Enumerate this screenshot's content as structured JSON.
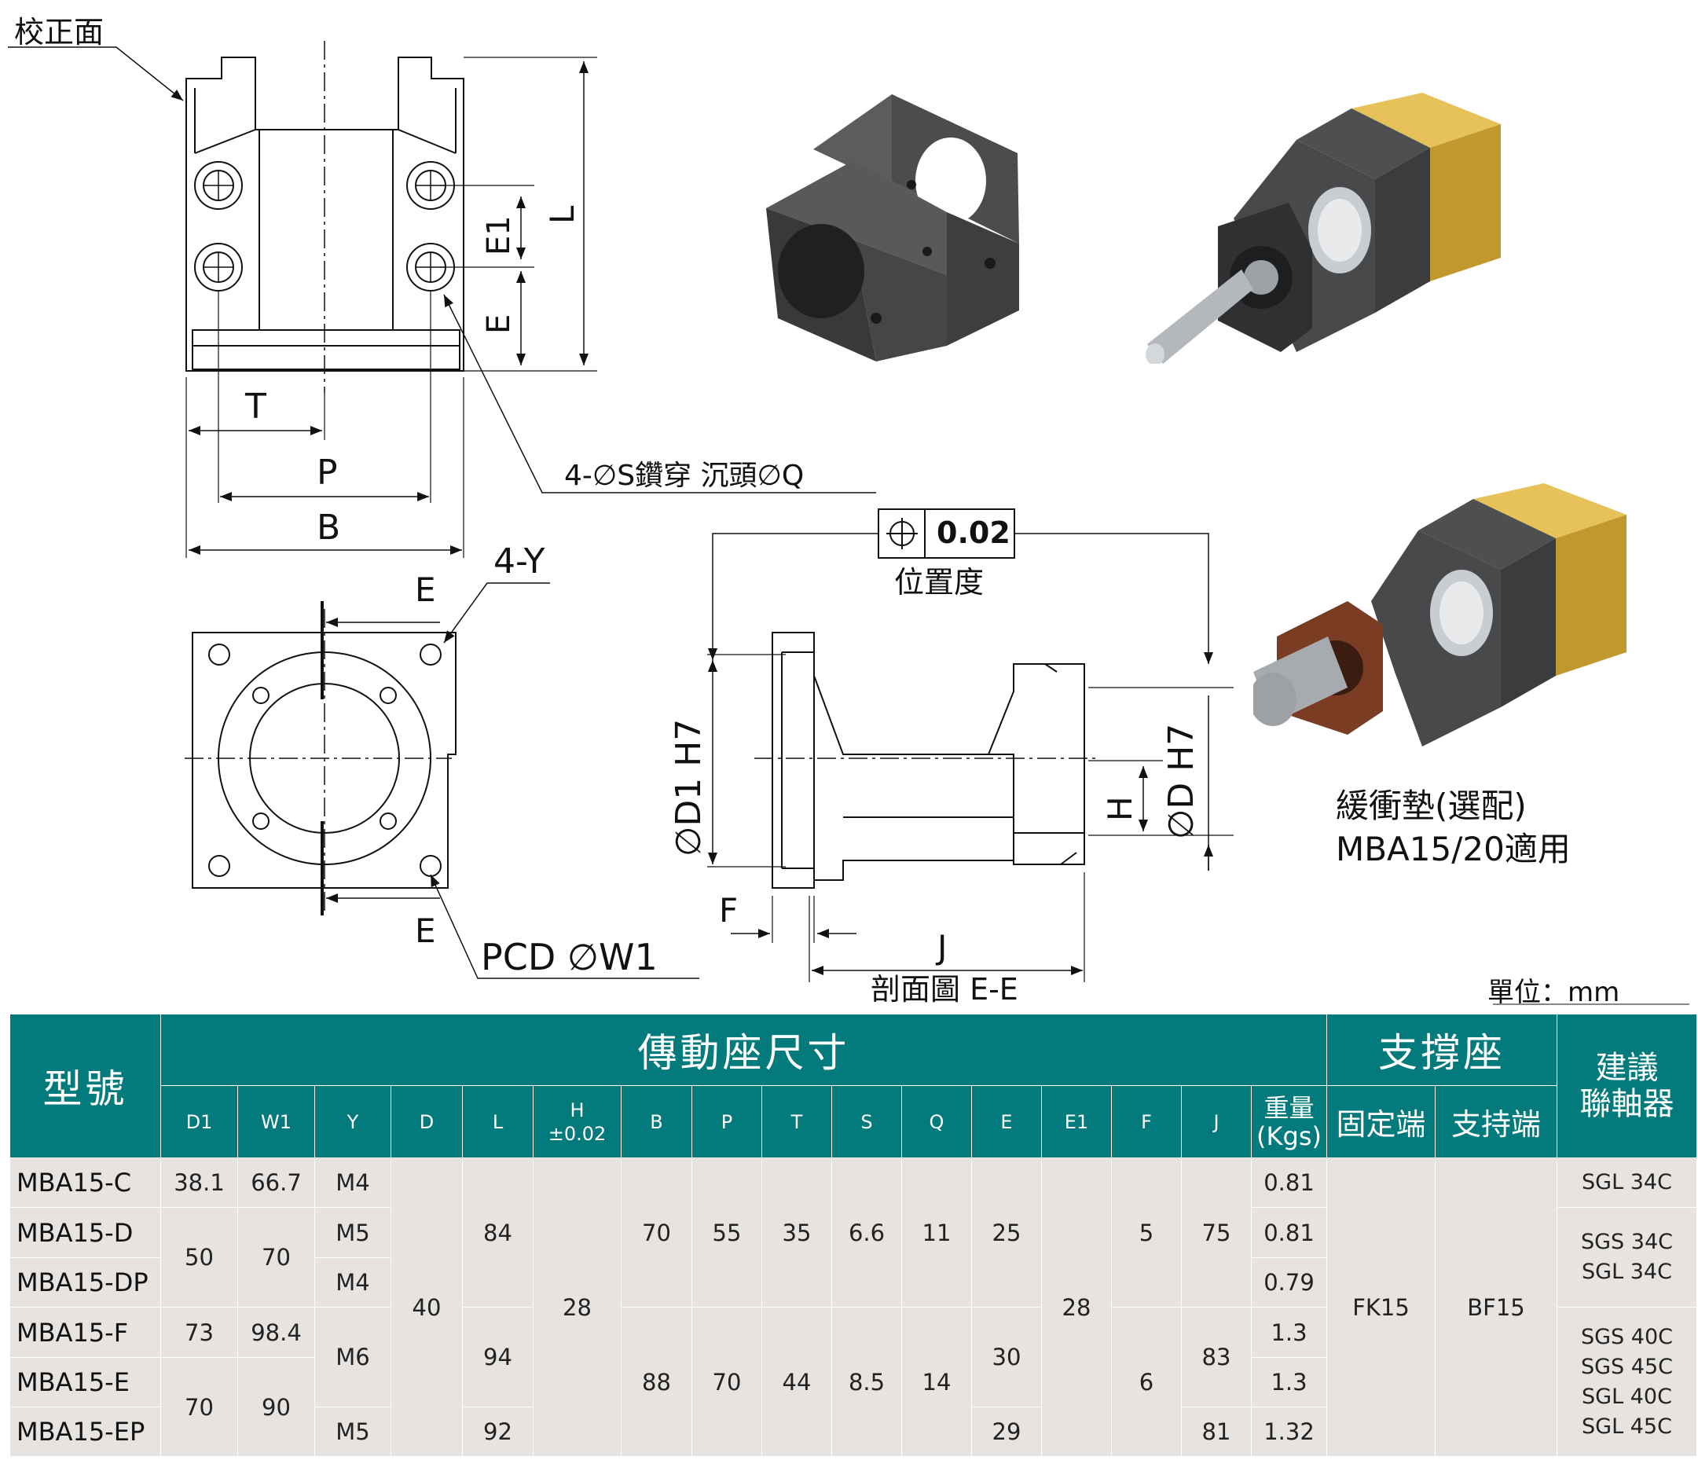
{
  "drawing": {
    "reference_face": "校正面",
    "dims_top_view": {
      "E1": "E1",
      "E": "E",
      "L": "L",
      "T": "T",
      "P": "P",
      "B": "B"
    },
    "hole_callout": "4-∅S鑽穿 沉頭∅Q",
    "front_view": {
      "thread": "4-Y",
      "E_top": "E",
      "E_bottom": "E",
      "pcd": "PCD ∅W1"
    },
    "tolerance": {
      "value": "0.02",
      "label": "位置度"
    },
    "section": {
      "D1": "∅D1 H7",
      "D": "∅D H7",
      "H": "H",
      "F": "F",
      "J": "J",
      "title": "剖面圖 E-E"
    },
    "damper_note": [
      "緩衝墊(選配)",
      "MBA15/20適用"
    ],
    "unit": "單位：mm"
  },
  "table": {
    "header": {
      "model": "型號",
      "group_dims": "傳動座尺寸",
      "group_support": "支撐座",
      "coupling": "建議\n聯軸器",
      "cols": [
        "D1",
        "W1",
        "Y",
        "D",
        "L",
        "H\n±0.02",
        "B",
        "P",
        "T",
        "S",
        "Q",
        "E",
        "E1",
        "F",
        "J",
        "重量\n(Kgs)"
      ],
      "fixed_end": "固定端",
      "support_end": "支持端"
    },
    "rows": [
      {
        "model": "MBA15-C",
        "D1": "38.1",
        "W1": "66.7",
        "Y": "M4",
        "weight": "0.81",
        "coupling": "SGL 34C"
      },
      {
        "model": "MBA15-D",
        "weight": "0.81"
      },
      {
        "model": "MBA15-DP",
        "Y": "M4",
        "weight": "0.79"
      },
      {
        "model": "MBA15-F",
        "D1": "73",
        "W1": "98.4",
        "weight": "1.3"
      },
      {
        "model": "MBA15-E",
        "weight": "1.3"
      },
      {
        "model": "MBA15-EP",
        "Y": "M5",
        "L": "92",
        "E": "29",
        "J": "81",
        "weight": "1.32"
      }
    ],
    "merged": {
      "D1_DE": "50",
      "W1_DE": "70",
      "Y_D": "M5",
      "Y_FE": "M6",
      "D1_EEP": "70",
      "W1_EEP": "90",
      "D": "40",
      "L_top": "84",
      "L_FE": "94",
      "H": "28",
      "B_top": "70",
      "P_top": "55",
      "T_top": "35",
      "S_top": "6.6",
      "Q_top": "11",
      "E_top": "25",
      "B_bot": "88",
      "P_bot": "70",
      "T_bot": "44",
      "S_bot": "8.5",
      "Q_bot": "14",
      "E_FE": "30",
      "E1": "28",
      "F_top": "5",
      "J_top": "75",
      "F_bot": "6",
      "J_FE": "83",
      "fixed": "FK15",
      "support": "BF15",
      "coupling_D": "SGS 34C\nSGL 34C",
      "coupling_bot": "SGS 40C\nSGS 45C\nSGL 40C\nSGL 45C"
    }
  },
  "colors": {
    "header_bg": "#037a7c",
    "body_bg": "#e6e3e0",
    "brass": "#b8902a",
    "block": "#3f4143",
    "damper": "#7a3d24"
  }
}
